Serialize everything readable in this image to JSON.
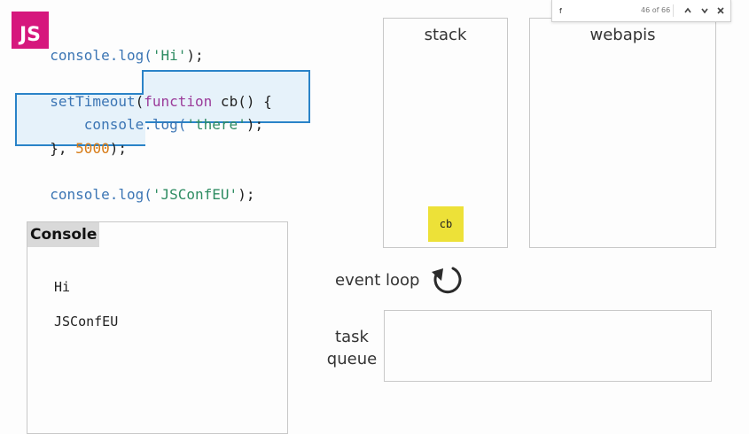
{
  "logo": {
    "text": "JS",
    "color": "#d6177d"
  },
  "code": {
    "line1": {
      "prefix": "co",
      "rest": "nsole.log(",
      "str": "'Hi'",
      "end": ");"
    },
    "line2": {
      "fn": "setTimeout",
      "paren": "(",
      "kw": "function",
      "rest": " cb() {"
    },
    "line3": {
      "indent": "    ",
      "call": "console.log(",
      "str": "'there'",
      "end": ");"
    },
    "line4": {
      "brace": "}",
      "comma": ", ",
      "num": "5000",
      "end": ");"
    },
    "line5": {
      "call": "console.log(",
      "str": "'JSConfEU'",
      "end": ");"
    }
  },
  "console": {
    "title": "Console",
    "outputs": [
      "Hi",
      "JSConfEU"
    ]
  },
  "stack": {
    "title": "stack",
    "frames": [
      "cb"
    ]
  },
  "webapis": {
    "title": "webapis"
  },
  "event_loop": {
    "label": "event loop",
    "icon": "refresh-icon"
  },
  "task_queue": {
    "label_line1": "task",
    "label_line2": "queue"
  },
  "find_bar": {
    "query": "f",
    "count": "46 of 66",
    "icons": [
      "chevron-up-icon",
      "chevron-down-icon",
      "close-icon"
    ]
  },
  "colors": {
    "accent_blue": "#2a83c8",
    "highlight_bg": "#e6f2fa",
    "stack_frame": "#ede138"
  }
}
